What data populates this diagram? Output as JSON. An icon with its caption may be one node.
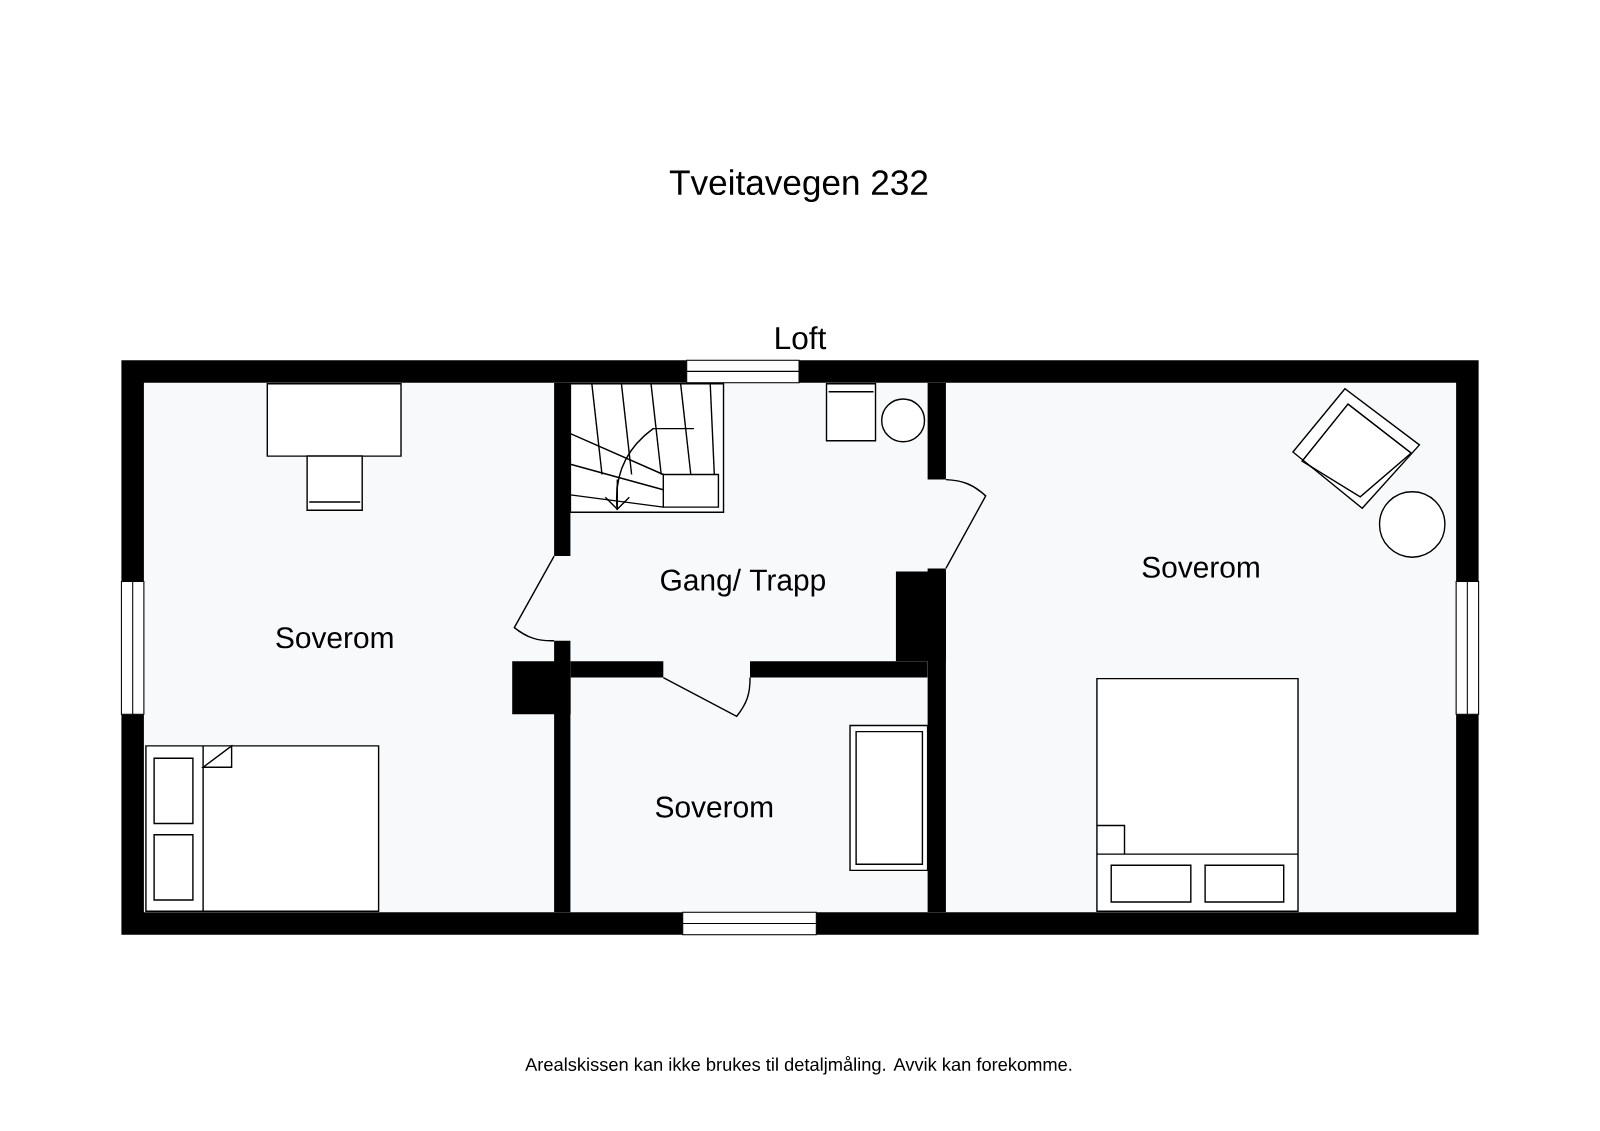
{
  "diagram": {
    "title": "Tveitavegen 232",
    "caption": "Arealskissen kan ikke brukes til detaljmåling. Avvik kan forekomme.",
    "nodes": [
      {
        "text": [
          "Soverom"
        ]
      },
      {
        "text": [
          "Gang/ Trapp"
        ]
      },
      {
        "text": [
          "Soverom"
        ]
      },
      {
        "text": [
          "Soverom"
        ]
      }
    ],
    "labels": [
      "Loft"
    ]
  }
}
